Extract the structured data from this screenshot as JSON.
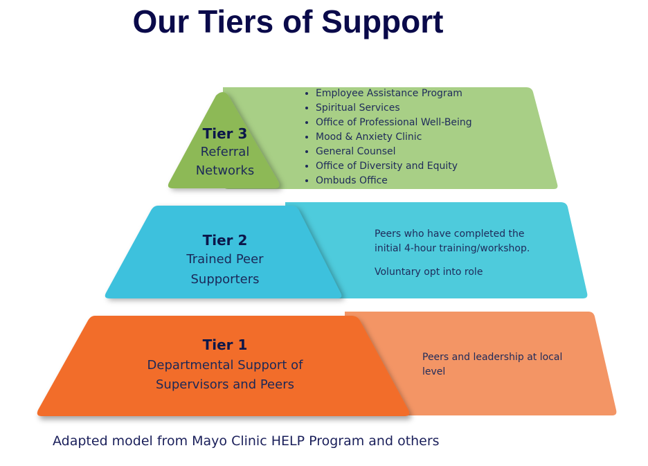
{
  "title": "Our Tiers of Support",
  "colors": {
    "title": "#0a0a4a",
    "tier3_front": "#8db957",
    "tier3_back": "#a8cf86",
    "tier2_front": "#3ec1dd",
    "tier2_back": "#4ecbdc",
    "tier1_front": "#f26d2a",
    "tier1_back": "#f39565",
    "text": "#1e2a5a"
  },
  "tiers": [
    {
      "id": "tier3",
      "name": "Tier 3",
      "subtitle_lines": [
        "Referral",
        "Networks"
      ],
      "bullets": [
        "Employee Assistance Program",
        "Spiritual Services",
        "Office of Professional Well-Being",
        "Mood & Anxiety Clinic",
        "General Counsel",
        "Office of Diversity and Equity",
        "Ombuds Office"
      ]
    },
    {
      "id": "tier2",
      "name": "Tier 2",
      "subtitle_lines": [
        "Trained Peer",
        "Supporters"
      ],
      "description_lines": [
        "Peers who have completed the",
        "initial 4-hour training/workshop."
      ],
      "description_extra": "Voluntary opt into role"
    },
    {
      "id": "tier1",
      "name": "Tier 1",
      "subtitle_lines": [
        "Departmental Support of",
        "Supervisors and Peers"
      ],
      "description_lines": [
        "Peers and leadership at local",
        "level"
      ]
    }
  ],
  "caption": "Adapted model from Mayo Clinic HELP Program and others"
}
